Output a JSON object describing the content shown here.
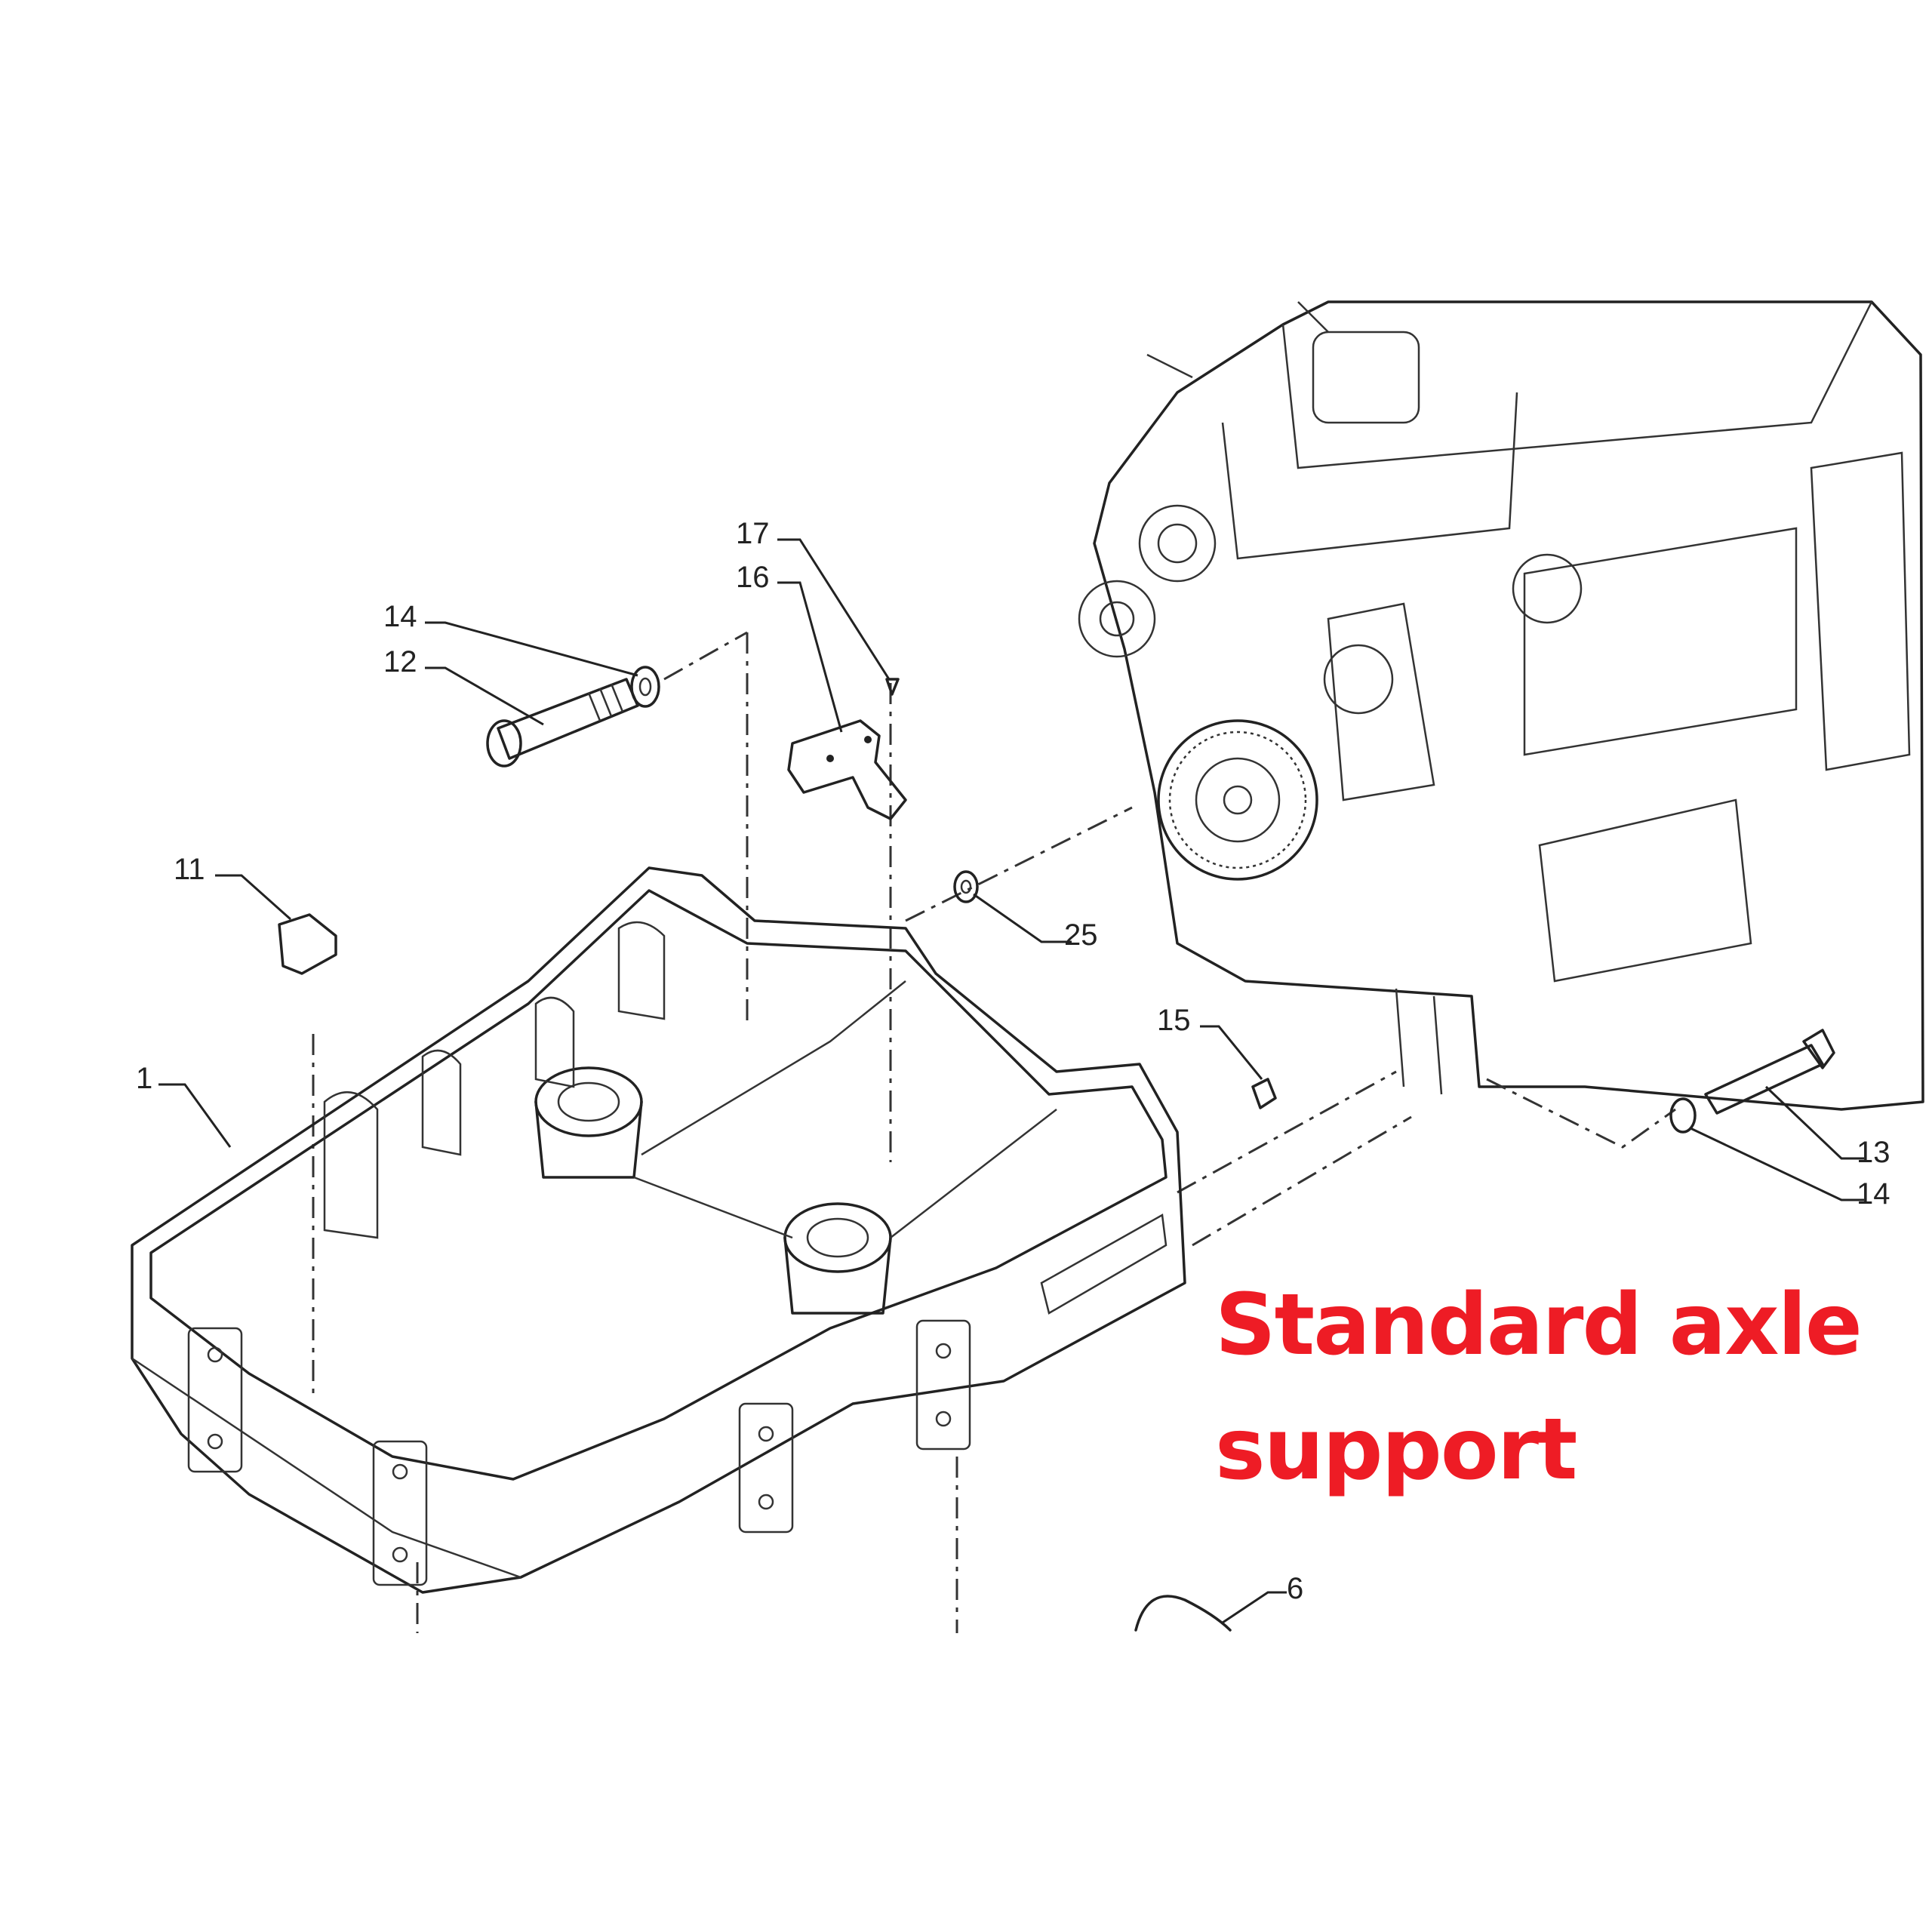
{
  "diagram": {
    "title_line1": "Standard axle",
    "title_line2": "support",
    "title_color": "#ee1c25",
    "callouts": [
      {
        "id": "17",
        "part": "screw"
      },
      {
        "id": "16",
        "part": "bracket"
      },
      {
        "id": "14",
        "part": "washer-upper"
      },
      {
        "id": "12",
        "part": "bolt-upper"
      },
      {
        "id": "11",
        "part": "plug"
      },
      {
        "id": "25",
        "part": "washer"
      },
      {
        "id": "15",
        "part": "dowel"
      },
      {
        "id": "1",
        "part": "axle-support-frame"
      },
      {
        "id": "13",
        "part": "bolt-right"
      },
      {
        "id": "14",
        "part": "washer-right"
      },
      {
        "id": "6",
        "part": "o-ring"
      }
    ]
  }
}
